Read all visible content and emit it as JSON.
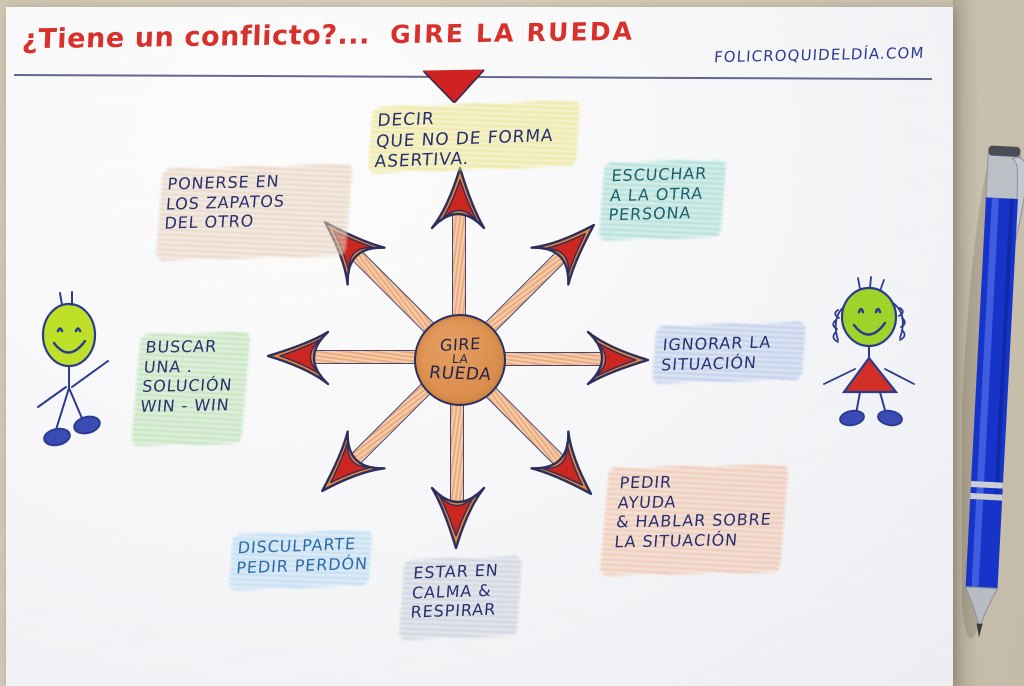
{
  "poster": {
    "title_part1": "¿Tiene un conflicto?",
    "title_ellipsis": "...",
    "title_part2": "GIRE LA RUEDA",
    "website": "FOLICROQUIDELDÍA.COM",
    "hub": {
      "line1": "GIRE",
      "line2": "LA",
      "line3": "RUEDA"
    }
  },
  "wheel": {
    "spoke_count": 8,
    "hub_color": "#dd9050",
    "shaft_color": "#eaa878",
    "arrowhead_fill": "#cb2620",
    "arrowhead_outline": "#e8863a",
    "ink_color": "#2b2f5e",
    "options": [
      {
        "id": "decir-no",
        "direction": "up",
        "angle_deg": -90,
        "text": "DECIR\nQUE NO DE FORMA\nASERTIVA.",
        "highlight_color": "#e8df77",
        "ink_color": "#27306f"
      },
      {
        "id": "escuchar",
        "direction": "up-right",
        "angle_deg": -45,
        "text": "ESCUCHAR\nA LA OTRA\nPERSONA",
        "highlight_color": "#8fd4c8",
        "ink_color": "#1d5f6b"
      },
      {
        "id": "ignorar",
        "direction": "right",
        "angle_deg": 0,
        "text": "IGNORAR LA\nSITUACIÓN",
        "highlight_color": "#a8bde4",
        "ink_color": "#27306f"
      },
      {
        "id": "pedir-ayuda",
        "direction": "down-right",
        "angle_deg": 45,
        "text": "PEDIR\nAYUDA\n& HABLAR SOBRE\nLA SITUACIÓN",
        "highlight_color": "#eeb596",
        "ink_color": "#27306f"
      },
      {
        "id": "estar-calma",
        "direction": "down",
        "angle_deg": 90,
        "text": "ESTAR EN\nCALMA &\nRESPIRAR",
        "highlight_color": "#c0c4d4",
        "ink_color": "#27306f"
      },
      {
        "id": "disculparte",
        "direction": "down-left",
        "angle_deg": 135,
        "text": "DISCULPARTE\nPEDIR PERDÓN",
        "highlight_color": "#a9d3ef",
        "ink_color": "#2a6ba8"
      },
      {
        "id": "buscar-solucion",
        "direction": "left",
        "angle_deg": 180,
        "text": "BUSCAR\nUNA .\nSOLUCIÓN\nWIN - WIN",
        "highlight_color": "#a9dba0",
        "ink_color": "#27306f"
      },
      {
        "id": "ponerse-zapatos",
        "direction": "up-left",
        "angle_deg": -135,
        "text": "PONERSE  EN\nLOS  ZAPATOS\nDEL OTRO",
        "highlight_color": "#e2c7ae",
        "ink_color": "#27306f"
      }
    ]
  },
  "figures": [
    {
      "id": "figure-left",
      "name": "stick-figure-boy",
      "face_color": "#bfe028",
      "outline_color": "#2b3b8f",
      "shoe_color": "#2b3b8f",
      "has_dress": false
    },
    {
      "id": "figure-right",
      "name": "stick-figure-girl",
      "face_color": "#9ed42a",
      "outline_color": "#2b3b8f",
      "shoe_color": "#2b3b8f",
      "dress_color": "#d22f26",
      "has_dress": true
    }
  ],
  "objects": {
    "pen": {
      "name": "blue-ballpoint-pen",
      "body_color": "#1734c9",
      "metal_color": "#b9bcc4"
    },
    "top_triangle": {
      "name": "red-triangle-marker",
      "color": "#cf2222"
    }
  }
}
